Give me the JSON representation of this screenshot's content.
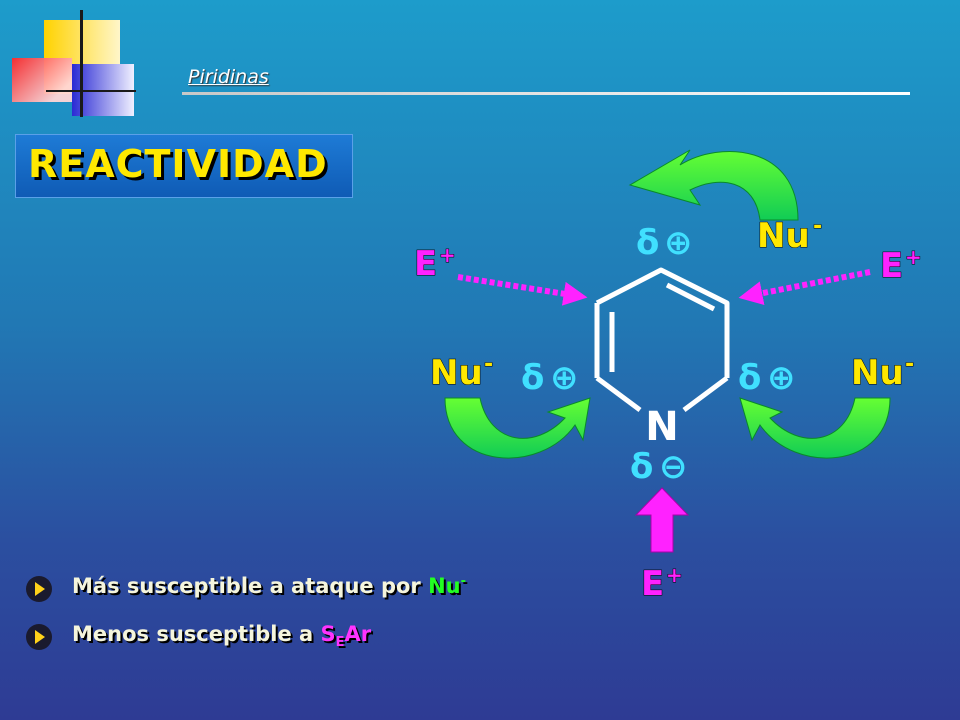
{
  "header": {
    "title": "Piridinas"
  },
  "slide_title": "REACTIVIDAD",
  "molecule": {
    "nitrogen": "N"
  },
  "labels": {
    "delta": "δ",
    "plus": "⊕",
    "minus": "⊖",
    "nu": "Nu",
    "nu_charge": "-",
    "e": "E",
    "e_charge": "+"
  },
  "bullets": [
    {
      "prefix": "Más susceptible a ataque por ",
      "highlight": "Nu",
      "sup": "-"
    },
    {
      "prefix": "Menos susceptible a ",
      "highlight": "S",
      "sub": "E",
      "suffix": "Ar"
    }
  ],
  "colors": {
    "green_arrow": "#33ee33",
    "magenta": "#ff22ff",
    "yellow": "#ffe800",
    "delta_blue": "#40e0ff"
  }
}
